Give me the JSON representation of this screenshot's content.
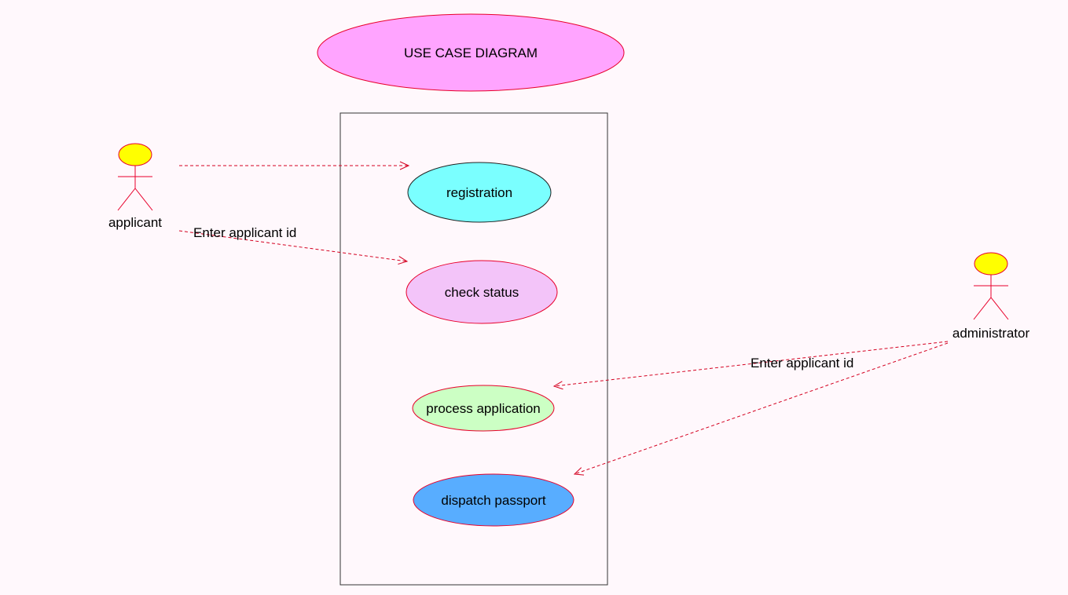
{
  "diagram": {
    "title": "USE CASE DIAGRAM",
    "actors": [
      {
        "id": "applicant",
        "label": "applicant"
      },
      {
        "id": "administrator",
        "label": "administrator"
      }
    ],
    "use_cases": [
      {
        "id": "registration",
        "label": "registration"
      },
      {
        "id": "check-status",
        "label": "check status"
      },
      {
        "id": "process-application",
        "label": "process application"
      },
      {
        "id": "dispatch-passport",
        "label": "dispatch passport"
      }
    ],
    "associations": [
      {
        "from": "applicant",
        "to": "registration",
        "label": ""
      },
      {
        "from": "applicant",
        "to": "check-status",
        "label": "Enter applicant id"
      },
      {
        "from": "administrator",
        "to": "process-application",
        "label": "Enter applicant id"
      },
      {
        "from": "administrator",
        "to": "dispatch-passport",
        "label": ""
      }
    ]
  },
  "colors": {
    "background": "#fff8fc",
    "title_fill": "#ffa4ff",
    "registration_fill": "#7affff",
    "check_status_fill": "#f3c4f9",
    "process_application_fill": "#ccffc4",
    "dispatch_passport_fill": "#58adff",
    "actor_head_fill": "#ffff00",
    "line_color": "#e8002b"
  }
}
